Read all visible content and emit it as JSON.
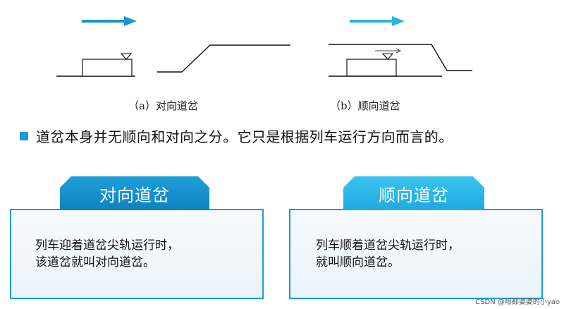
{
  "diagram": {
    "panel_a": {
      "caption": "（a）对向道岔"
    },
    "panel_b": {
      "caption": "（b）顺向道岔"
    }
  },
  "statement": "道岔本身并无顺向和对向之分。它只是根据列车运行方向而言的。",
  "definitions": {
    "facing": {
      "title": "对向道岔",
      "line1": "列车迎着道岔尖轨运行时，",
      "line2": "该道岔就叫对向道岔。"
    },
    "trailing": {
      "title": "顺向道岔",
      "line1": "列车顺着道岔尖轨运行时，",
      "line2": "就叫顺向道岔。"
    }
  },
  "credit": "CSDN @哈都婆婆的小yao",
  "colors": {
    "arrow_a": "#1a94d2",
    "arrow_b": "#28b4e6",
    "tab_left": "#148fcd",
    "tab_right": "#2ab6e6",
    "box_border": "#1a9bd7",
    "bullet": "#1a9bd7"
  }
}
